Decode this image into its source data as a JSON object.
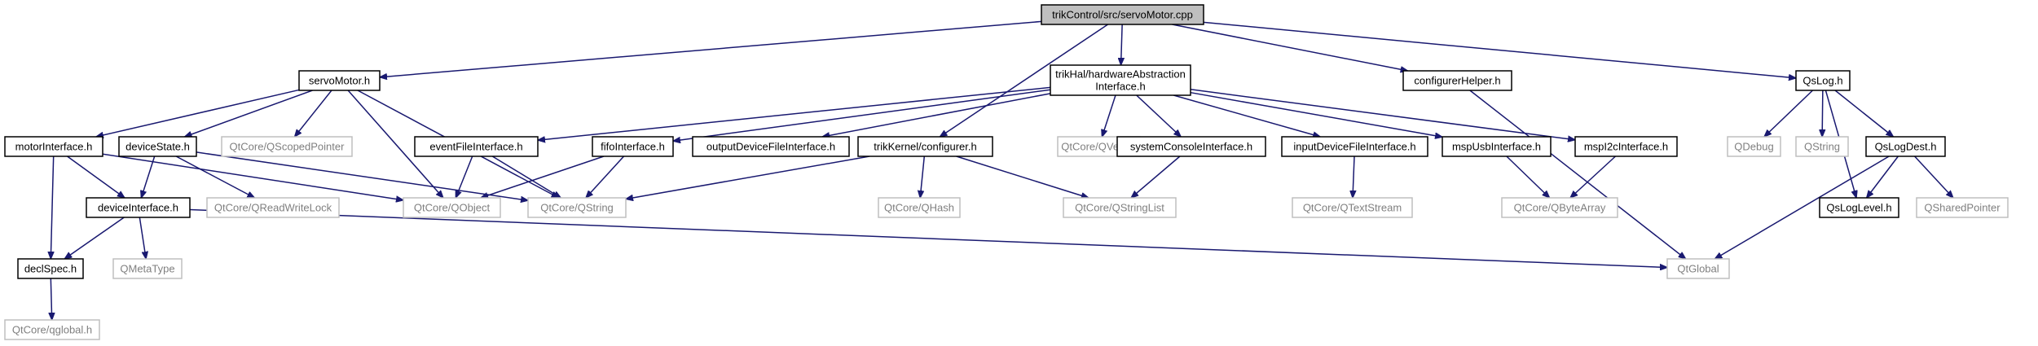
{
  "colors": {
    "edge": "#191970",
    "node_border": "#000000",
    "node_border_external": "#bfbfbf",
    "text_normal": "#000000",
    "text_external": "#7f7f7f",
    "root_fill": "#bfbfbf",
    "background": "#ffffff"
  },
  "nodes": [
    {
      "id": "root",
      "kind": "root",
      "lines": [
        "trikControl/src/servoMotor.cpp"
      ]
    },
    {
      "id": "servoMotor_h",
      "kind": "normal",
      "lines": [
        "servoMotor.h"
      ]
    },
    {
      "id": "hal",
      "kind": "normal",
      "lines": [
        "trikHal/hardwareAbstraction",
        "Interface.h"
      ]
    },
    {
      "id": "configurerHelper",
      "kind": "normal",
      "lines": [
        "configurerHelper.h"
      ]
    },
    {
      "id": "QsLog",
      "kind": "normal",
      "lines": [
        "QsLog.h"
      ]
    },
    {
      "id": "motorInterface",
      "kind": "normal",
      "lines": [
        "motorInterface.h"
      ]
    },
    {
      "id": "deviceState",
      "kind": "normal",
      "lines": [
        "deviceState.h"
      ]
    },
    {
      "id": "QScopedPointer",
      "kind": "external",
      "lines": [
        "QtCore/QScopedPointer"
      ]
    },
    {
      "id": "eventFileInterface",
      "kind": "normal",
      "lines": [
        "eventFileInterface.h"
      ]
    },
    {
      "id": "fifoInterface",
      "kind": "normal",
      "lines": [
        "fifoInterface.h"
      ]
    },
    {
      "id": "outputDeviceFileInterface",
      "kind": "normal",
      "lines": [
        "outputDeviceFileInterface.h"
      ]
    },
    {
      "id": "configurer",
      "kind": "normal",
      "lines": [
        "trikKernel/configurer.h"
      ]
    },
    {
      "id": "QVector",
      "kind": "external",
      "lines": [
        "QtCore/QVector"
      ]
    },
    {
      "id": "systemConsoleInterface",
      "kind": "normal",
      "lines": [
        "systemConsoleInterface.h"
      ]
    },
    {
      "id": "inputDeviceFileInterface",
      "kind": "normal",
      "lines": [
        "inputDeviceFileInterface.h"
      ]
    },
    {
      "id": "mspUsbInterface",
      "kind": "normal",
      "lines": [
        "mspUsbInterface.h"
      ]
    },
    {
      "id": "mspI2cInterface",
      "kind": "normal",
      "lines": [
        "mspI2cInterface.h"
      ]
    },
    {
      "id": "QDebug",
      "kind": "external",
      "lines": [
        "QDebug"
      ]
    },
    {
      "id": "QString",
      "kind": "external",
      "lines": [
        "QString"
      ]
    },
    {
      "id": "QsLogDest",
      "kind": "normal",
      "lines": [
        "QsLogDest.h"
      ]
    },
    {
      "id": "deviceInterface",
      "kind": "normal",
      "lines": [
        "deviceInterface.h"
      ]
    },
    {
      "id": "QReadWriteLock",
      "kind": "external",
      "lines": [
        "QtCore/QReadWriteLock"
      ]
    },
    {
      "id": "QObject",
      "kind": "external",
      "lines": [
        "QtCore/QObject"
      ]
    },
    {
      "id": "QtCoreQString",
      "kind": "external",
      "lines": [
        "QtCore/QString"
      ]
    },
    {
      "id": "QHash",
      "kind": "external",
      "lines": [
        "QtCore/QHash"
      ]
    },
    {
      "id": "QStringList",
      "kind": "external",
      "lines": [
        "QtCore/QStringList"
      ]
    },
    {
      "id": "QTextStream",
      "kind": "external",
      "lines": [
        "QtCore/QTextStream"
      ]
    },
    {
      "id": "QByteArray",
      "kind": "external",
      "lines": [
        "QtCore/QByteArray"
      ]
    },
    {
      "id": "QsLogLevel",
      "kind": "normal",
      "lines": [
        "QsLogLevel.h"
      ]
    },
    {
      "id": "QSharedPointer",
      "kind": "external",
      "lines": [
        "QSharedPointer"
      ]
    },
    {
      "id": "declSpec",
      "kind": "normal",
      "lines": [
        "declSpec.h"
      ]
    },
    {
      "id": "QMetaType",
      "kind": "external",
      "lines": [
        "QMetaType"
      ]
    },
    {
      "id": "QtGlobal",
      "kind": "external",
      "lines": [
        "QtGlobal"
      ]
    },
    {
      "id": "qglobal",
      "kind": "external",
      "lines": [
        "QtCore/qglobal.h"
      ]
    }
  ],
  "edges": [
    {
      "from": "root",
      "to": "servoMotor_h"
    },
    {
      "from": "root",
      "to": "hal"
    },
    {
      "from": "root",
      "to": "configurer"
    },
    {
      "from": "root",
      "to": "configurerHelper"
    },
    {
      "from": "root",
      "to": "QsLog"
    },
    {
      "from": "servoMotor_h",
      "to": "motorInterface"
    },
    {
      "from": "servoMotor_h",
      "to": "deviceState"
    },
    {
      "from": "servoMotor_h",
      "to": "QScopedPointer"
    },
    {
      "from": "servoMotor_h",
      "to": "QObject"
    },
    {
      "from": "servoMotor_h",
      "to": "QtCoreQString"
    },
    {
      "from": "hal",
      "to": "eventFileInterface"
    },
    {
      "from": "hal",
      "to": "fifoInterface"
    },
    {
      "from": "hal",
      "to": "outputDeviceFileInterface"
    },
    {
      "from": "hal",
      "to": "QVector"
    },
    {
      "from": "hal",
      "to": "systemConsoleInterface"
    },
    {
      "from": "hal",
      "to": "inputDeviceFileInterface"
    },
    {
      "from": "hal",
      "to": "mspUsbInterface"
    },
    {
      "from": "hal",
      "to": "mspI2cInterface"
    },
    {
      "from": "configurerHelper",
      "to": "QtGlobal"
    },
    {
      "from": "QsLog",
      "to": "QDebug"
    },
    {
      "from": "QsLog",
      "to": "QString"
    },
    {
      "from": "QsLog",
      "to": "QsLogDest"
    },
    {
      "from": "QsLog",
      "to": "QsLogLevel"
    },
    {
      "from": "QsLogDest",
      "to": "QsLogLevel"
    },
    {
      "from": "QsLogDest",
      "to": "QSharedPointer"
    },
    {
      "from": "QsLogDest",
      "to": "QtGlobal"
    },
    {
      "from": "motorInterface",
      "to": "deviceInterface"
    },
    {
      "from": "motorInterface",
      "to": "QObject"
    },
    {
      "from": "motorInterface",
      "to": "declSpec"
    },
    {
      "from": "deviceState",
      "to": "deviceInterface"
    },
    {
      "from": "deviceState",
      "to": "QReadWriteLock"
    },
    {
      "from": "deviceState",
      "to": "QtCoreQString"
    },
    {
      "from": "deviceInterface",
      "to": "declSpec"
    },
    {
      "from": "deviceInterface",
      "to": "QMetaType"
    },
    {
      "from": "deviceInterface",
      "to": "QtGlobal"
    },
    {
      "from": "declSpec",
      "to": "qglobal"
    },
    {
      "from": "eventFileInterface",
      "to": "QObject"
    },
    {
      "from": "eventFileInterface",
      "to": "QtCoreQString"
    },
    {
      "from": "fifoInterface",
      "to": "QObject"
    },
    {
      "from": "fifoInterface",
      "to": "QtCoreQString"
    },
    {
      "from": "configurer",
      "to": "QtCoreQString"
    },
    {
      "from": "configurer",
      "to": "QHash"
    },
    {
      "from": "configurer",
      "to": "QStringList"
    },
    {
      "from": "systemConsoleInterface",
      "to": "QStringList"
    },
    {
      "from": "inputDeviceFileInterface",
      "to": "QTextStream"
    },
    {
      "from": "mspUsbInterface",
      "to": "QByteArray"
    },
    {
      "from": "mspI2cInterface",
      "to": "QByteArray"
    }
  ]
}
